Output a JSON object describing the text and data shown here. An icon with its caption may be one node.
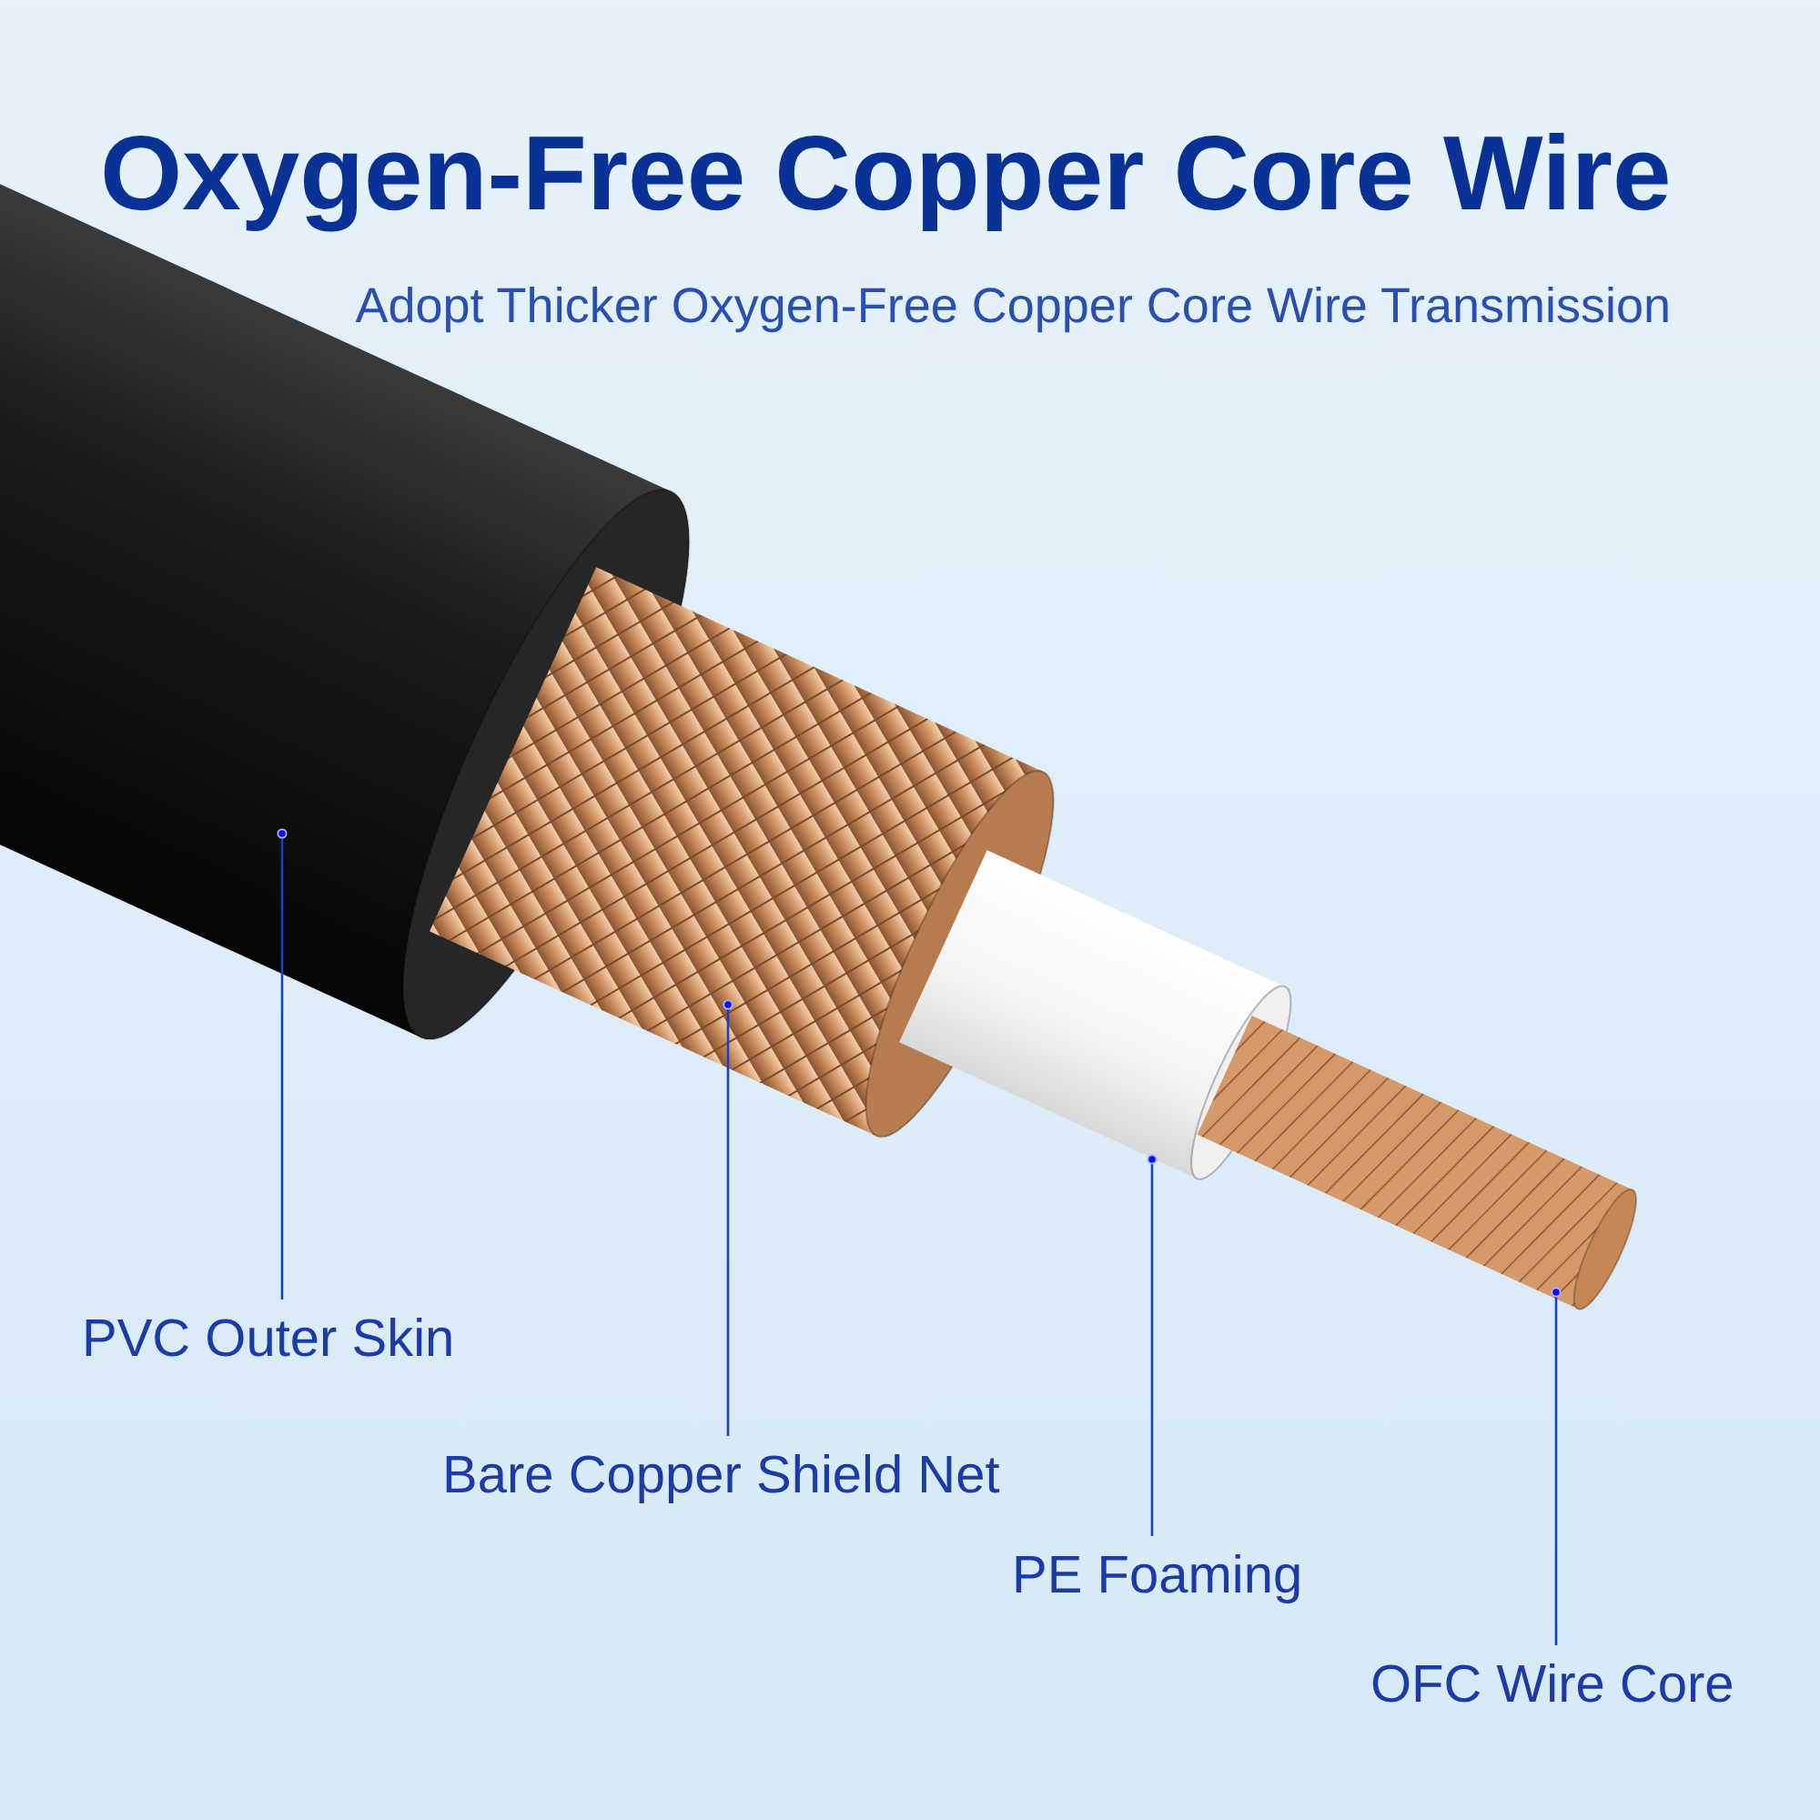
{
  "diagram": {
    "title": "Oxygen-Free Copper Core Wire",
    "nodes": [
      {
        "text": [],
        "shape": "cylinder"
      },
      {
        "text": [],
        "shape": "cylinder"
      },
      {
        "text": [],
        "shape": "cylinder"
      },
      {
        "text": [],
        "shape": "cylinder"
      },
      {
        "text": [
          "PVC Outer Skin"
        ]
      },
      {
        "text": [
          "Bare Copper Shield Net"
        ]
      },
      {
        "text": [
          "PE Foaming"
        ]
      },
      {
        "text": [
          "OFC Wire Core"
        ]
      }
    ],
    "edges": [
      {
        "from": 4,
        "to": 0,
        "arrow": "other"
      },
      {
        "from": 5,
        "to": 1,
        "arrow": "other"
      },
      {
        "from": 6,
        "to": 2,
        "arrow": "other"
      },
      {
        "from": 7,
        "to": 3,
        "arrow": "other"
      }
    ],
    "labels": [
      "Adopt Thicker Oxygen-Free Copper Core Wire Transmission"
    ]
  }
}
